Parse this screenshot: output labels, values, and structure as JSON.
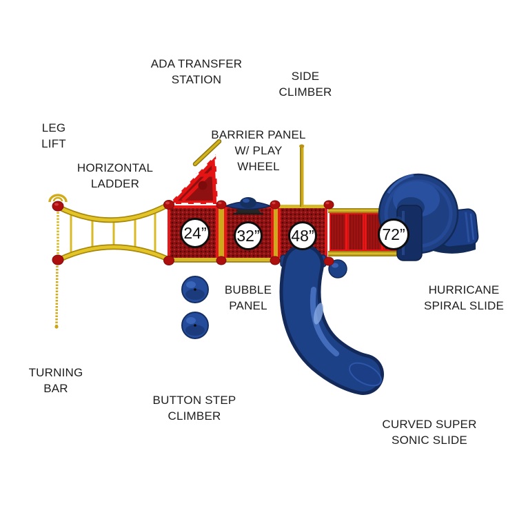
{
  "diagram_title": "Play structure plan view with component callouts",
  "callouts": {
    "ada_transfer_station": {
      "line1": "ADA TRANSFER",
      "line2": "STATION"
    },
    "side_climber": {
      "line1": "SIDE",
      "line2": "CLIMBER"
    },
    "leg_lift": {
      "line1": "LEG",
      "line2": "LIFT"
    },
    "barrier_panel": {
      "line1": "BARRIER PANEL",
      "line2": "W/ PLAY",
      "line3": "WHEEL"
    },
    "horizontal_ladder": {
      "line1": "HORIZONTAL",
      "line2": "LADDER"
    },
    "turning_bar": {
      "line1": "TURNING",
      "line2": "BAR"
    },
    "button_step_climber": {
      "line1": "BUTTON STEP",
      "line2": "CLIMBER"
    },
    "bubble_panel": {
      "line1": "BUBBLE",
      "line2": "PANEL"
    },
    "hurricane_spiral_slide": {
      "line1": "HURRICANE",
      "line2": "SPIRAL SLIDE"
    },
    "curved_super_sonic_slide": {
      "line1": "CURVED SUPER",
      "line2": "SONIC SLIDE"
    }
  },
  "deck_heights": {
    "deck1": "24”",
    "deck2": "32”",
    "deck3": "48”",
    "deck4": "72”"
  },
  "colors": {
    "frame_red": "#e61717",
    "deck_fill_red": "#8f1010",
    "rail_yellow": "#d9ba25",
    "plastic_blue": "#1d4186",
    "text": "#1d1d1d",
    "background": "#ffffff"
  }
}
